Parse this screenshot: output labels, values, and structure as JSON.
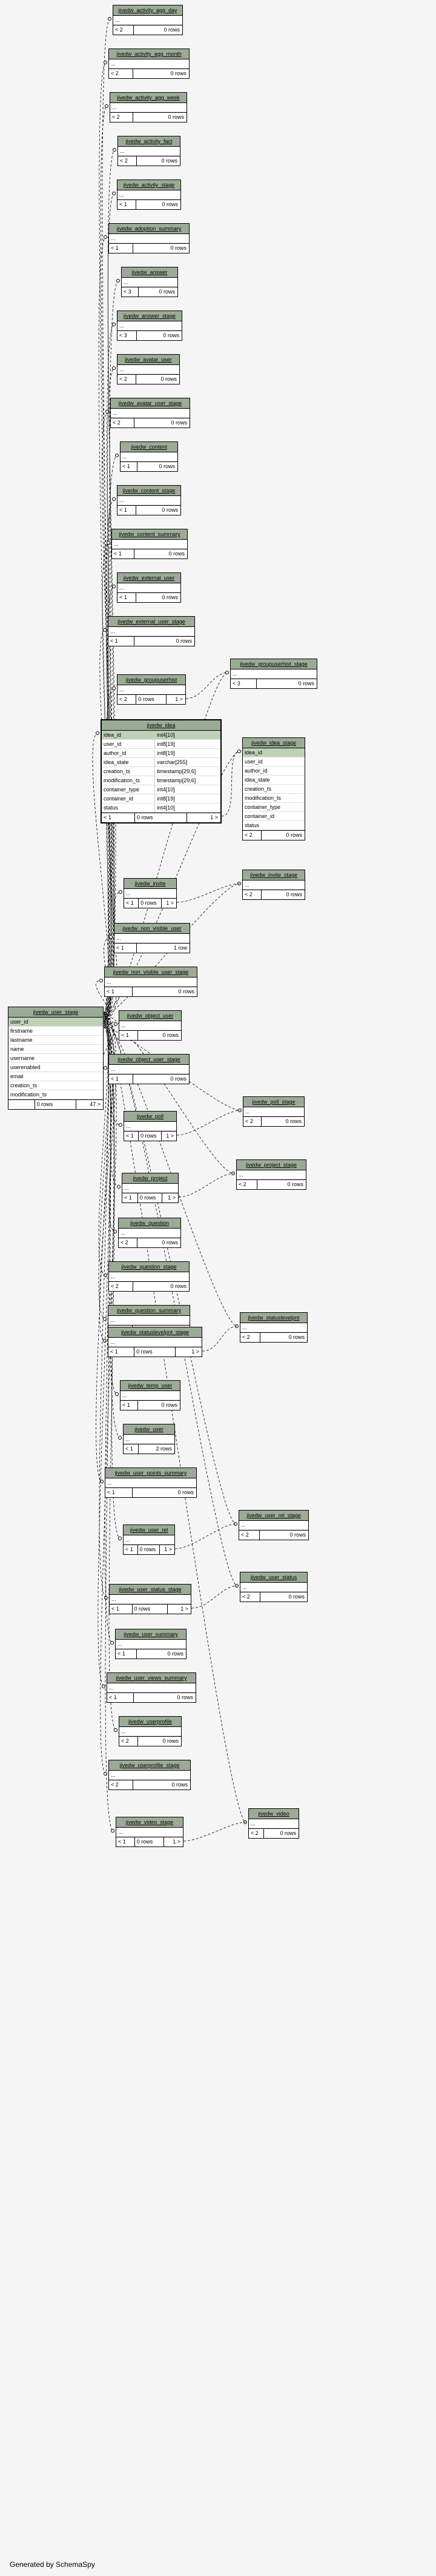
{
  "footer": "Generated by SchemaSpy",
  "tables": {
    "activity_agg_day": {
      "name": "jivedw_activity_agg_day",
      "cols": [
        "..."
      ],
      "stats": [
        "< 2",
        "0 rows",
        ""
      ]
    },
    "activity_agg_month": {
      "name": "jivedw_activity_agg_month",
      "cols": [
        "..."
      ],
      "stats": [
        "< 2",
        "0 rows",
        ""
      ]
    },
    "activity_agg_week": {
      "name": "jivedw_activity_agg_week",
      "cols": [
        "..."
      ],
      "stats": [
        "< 2",
        "0 rows",
        ""
      ]
    },
    "activity_fact": {
      "name": "jivedw_activity_fact",
      "cols": [
        "..."
      ],
      "stats": [
        "< 2",
        "0 rows",
        ""
      ]
    },
    "activity_stage": {
      "name": "jivedw_activity_stage",
      "cols": [
        "..."
      ],
      "stats": [
        "< 1",
        "0 rows",
        ""
      ]
    },
    "adoption_summary": {
      "name": "jivedw_adoption_summary",
      "cols": [
        "..."
      ],
      "stats": [
        "< 1",
        "0 rows",
        ""
      ]
    },
    "answer": {
      "name": "jivedw_answer",
      "cols": [
        "..."
      ],
      "stats": [
        "< 3",
        "0 rows",
        ""
      ]
    },
    "answer_stage": {
      "name": "jivedw_answer_stage",
      "cols": [
        "..."
      ],
      "stats": [
        "< 3",
        "0 rows",
        ""
      ]
    },
    "avatar_user": {
      "name": "jivedw_avatar_user",
      "cols": [
        "..."
      ],
      "stats": [
        "< 2",
        "0 rows",
        ""
      ]
    },
    "avatar_user_stage": {
      "name": "jivedw_avatar_user_stage",
      "cols": [
        "..."
      ],
      "stats": [
        "< 2",
        "0 rows",
        ""
      ]
    },
    "content": {
      "name": "jivedw_content",
      "cols": [
        "..."
      ],
      "stats": [
        "< 1",
        "0 rows",
        ""
      ]
    },
    "content_stage": {
      "name": "jivedw_content_stage",
      "cols": [
        "..."
      ],
      "stats": [
        "< 1",
        "0 rows",
        ""
      ]
    },
    "content_summary": {
      "name": "jivedw_content_summary",
      "cols": [
        "..."
      ],
      "stats": [
        "< 1",
        "0 rows",
        ""
      ]
    },
    "external_user": {
      "name": "jivedw_external_user",
      "cols": [
        "..."
      ],
      "stats": [
        "< 1",
        "0 rows",
        ""
      ]
    },
    "external_user_stage": {
      "name": "jivedw_external_user_stage",
      "cols": [
        "..."
      ],
      "stats": [
        "< 1",
        "0 rows",
        ""
      ]
    },
    "groupuserhist": {
      "name": "jivedw_groupuserhist",
      "cols": [
        "..."
      ],
      "stats": [
        "< 2",
        "0 rows",
        "1 >"
      ]
    },
    "groupuserhist_stage": {
      "name": "jivedw_groupuserhist_stage",
      "cols": [
        "..."
      ],
      "stats": [
        "< 3",
        "0 rows",
        ""
      ]
    },
    "idea": {
      "name": "jivedw_idea",
      "cols": [
        [
          "idea_id",
          "int4[10]"
        ],
        [
          "user_id",
          "int8[19]"
        ],
        [
          "author_id",
          "int8[19]"
        ],
        [
          "idea_state",
          "varchar[255]"
        ],
        [
          "creation_ts",
          "timestamp[29,6]"
        ],
        [
          "modification_ts",
          "timestamp[29,6]"
        ],
        [
          "container_type",
          "int4[10]"
        ],
        [
          "container_id",
          "int8[19]"
        ],
        [
          "status",
          "int4[10]"
        ]
      ],
      "pre": [
        "",
        "int8[19]"
      ],
      "stats": [
        "< 1",
        "0 rows",
        "1 >"
      ]
    },
    "idea_stage": {
      "name": "jivedw_idea_stage",
      "cols": [
        "idea_id",
        "user_id",
        "author_id",
        "idea_state",
        "creation_ts",
        "modification_ts",
        "container_type",
        "container_id",
        "status"
      ],
      "stats": [
        "< 2",
        "0 rows",
        ""
      ]
    },
    "invite": {
      "name": "jivedw_invite",
      "cols": [
        "..."
      ],
      "stats": [
        "< 1",
        "0 rows",
        "1 >"
      ]
    },
    "invite_stage": {
      "name": "jivedw_invite_stage",
      "cols": [
        "..."
      ],
      "stats": [
        "< 2",
        "0 rows",
        ""
      ]
    },
    "non_visible_user": {
      "name": "jivedw_non_visible_user",
      "cols": [
        "..."
      ],
      "stats": [
        "< 1",
        "1 row",
        ""
      ]
    },
    "non_visible_user_stage": {
      "name": "jivedw_non_visible_user_stage",
      "cols": [
        "..."
      ],
      "stats": [
        "< 1",
        "0 rows",
        ""
      ]
    },
    "object_user": {
      "name": "jivedw_object_user",
      "cols": [
        "..."
      ],
      "stats": [
        "< 1",
        "0 rows",
        ""
      ]
    },
    "object_user_stage": {
      "name": "jivedw_object_user_stage",
      "cols": [
        "..."
      ],
      "stats": [
        "< 1",
        "0 rows",
        ""
      ]
    },
    "poll": {
      "name": "jivedw_poll",
      "cols": [
        "..."
      ],
      "stats": [
        "< 1",
        "0 rows",
        "1 >"
      ]
    },
    "poll_stage": {
      "name": "jivedw_poll_stage",
      "cols": [
        "..."
      ],
      "stats": [
        "< 2",
        "0 rows",
        ""
      ]
    },
    "project": {
      "name": "jivedw_project",
      "cols": [
        "..."
      ],
      "stats": [
        "< 1",
        "0 rows",
        "1 >"
      ]
    },
    "project_stage": {
      "name": "jivedw_project_stage",
      "cols": [
        "..."
      ],
      "stats": [
        "< 2",
        "0 rows",
        ""
      ]
    },
    "question": {
      "name": "jivedw_question",
      "cols": [
        "..."
      ],
      "stats": [
        "< 2",
        "0 rows",
        ""
      ]
    },
    "question_stage": {
      "name": "jivedw_question_stage",
      "cols": [
        "..."
      ],
      "stats": [
        "< 2",
        "0 rows",
        ""
      ]
    },
    "question_summary": {
      "name": "jivedw_question_summary",
      "cols": [
        "..."
      ],
      "stats": [
        "< 1",
        "0 rows",
        ""
      ]
    },
    "statuslevelpnt": {
      "name": "jivedw_statuslevelpnt",
      "cols": [
        "..."
      ],
      "stats": [
        "< 2",
        "0 rows",
        ""
      ]
    },
    "statuslevelpnt_stage": {
      "name": "jivedw_statuslevelpnt_stage",
      "cols": [
        "..."
      ],
      "stats": [
        "< 1",
        "0 rows",
        "1 >"
      ]
    },
    "temp_user": {
      "name": "jivedw_temp_user",
      "cols": [
        "..."
      ],
      "stats": [
        "< 1",
        "0 rows",
        ""
      ]
    },
    "user": {
      "name": "jivedw_user",
      "cols": [
        "..."
      ],
      "stats": [
        "< 1",
        "2 rows",
        ""
      ]
    },
    "user_points_summary": {
      "name": "jivedw_user_points_summary",
      "cols": [
        "..."
      ],
      "stats": [
        "< 1",
        "0 rows",
        ""
      ]
    },
    "user_rel": {
      "name": "jivedw_user_rel",
      "cols": [
        "..."
      ],
      "stats": [
        "< 1",
        "0 rows",
        "1 >"
      ]
    },
    "user_rel_stage": {
      "name": "jivedw_user_rel_stage",
      "cols": [
        "..."
      ],
      "stats": [
        "< 2",
        "0 rows",
        ""
      ]
    },
    "user_status": {
      "name": "jivedw_user_status",
      "cols": [
        "..."
      ],
      "stats": [
        "< 2",
        "0 rows",
        ""
      ]
    },
    "user_status_stage": {
      "name": "jivedw_user_status_stage",
      "cols": [
        "..."
      ],
      "stats": [
        "< 1",
        "0 rows",
        "1 >"
      ]
    },
    "user_summary": {
      "name": "jivedw_user_summary",
      "cols": [
        "..."
      ],
      "stats": [
        "< 1",
        "0 rows",
        ""
      ]
    },
    "user_views_summary": {
      "name": "jivedw_user_views_summary",
      "cols": [
        "..."
      ],
      "stats": [
        "< 1",
        "0 rows",
        ""
      ]
    },
    "userprofile": {
      "name": "jivedw_userprofile",
      "cols": [
        "..."
      ],
      "stats": [
        "< 2",
        "0 rows",
        ""
      ]
    },
    "userprofile_stage": {
      "name": "jivedw_userprofile_stage",
      "cols": [
        "..."
      ],
      "stats": [
        "< 2",
        "0 rows",
        ""
      ]
    },
    "video": {
      "name": "jivedw_video",
      "cols": [
        "..."
      ],
      "stats": [
        "< 2",
        "0 rows",
        ""
      ]
    },
    "video_stage": {
      "name": "jivedw_video_stage",
      "cols": [
        "..."
      ],
      "stats": [
        "< 1",
        "0 rows",
        "1 >"
      ]
    },
    "user_stage": {
      "name": "jivedw_user_stage",
      "cols": [
        "user_id",
        "firstname",
        "lastname",
        "name",
        "username",
        "userenabled",
        "email",
        "creation_ts",
        "modification_ts"
      ],
      "stats": [
        "",
        "0 rows",
        "47 >"
      ]
    }
  }
}
